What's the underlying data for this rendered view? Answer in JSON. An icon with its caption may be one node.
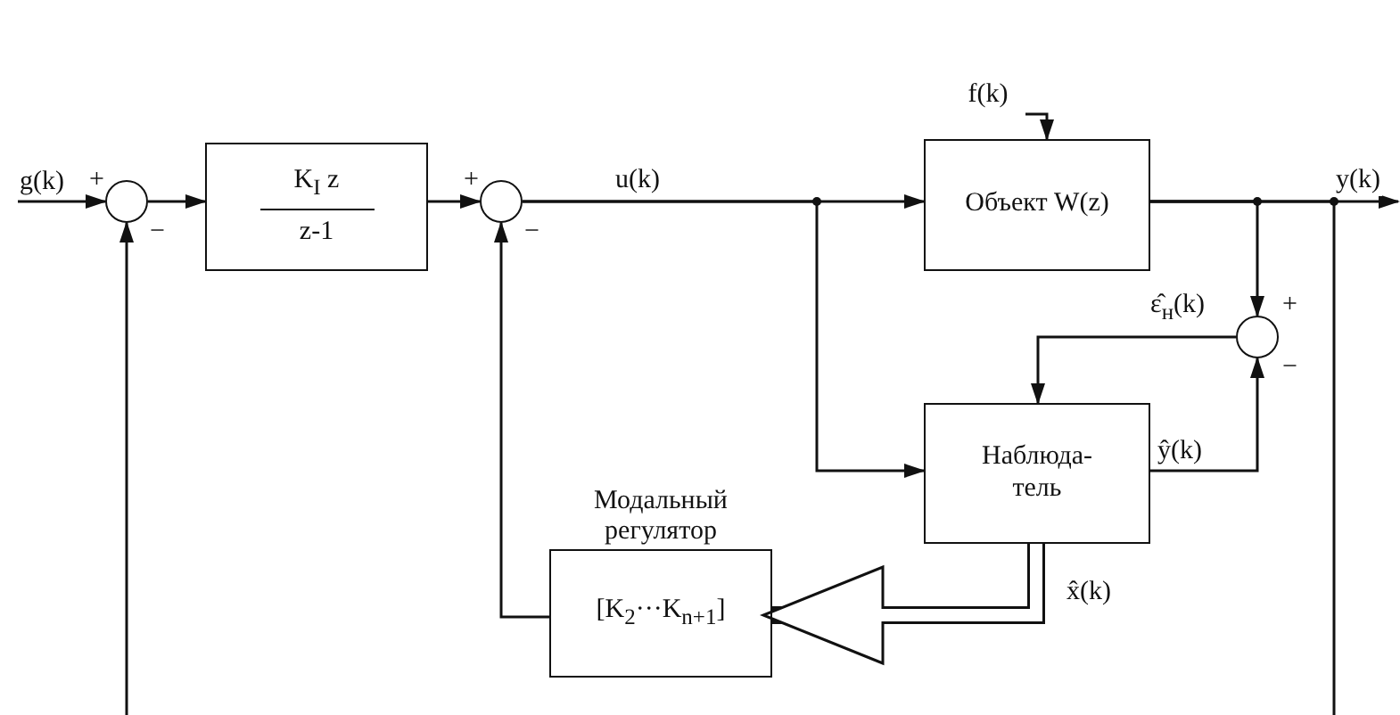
{
  "diagram": {
    "nodes": [
      {
        "text": [
          "f(k)"
        ]
      },
      {
        "text": [],
        "shape": "circle"
      },
      {
        "text": [
          "K$_{I}$ z",
          "z-1"
        ]
      },
      {
        "text": [],
        "shape": "circle"
      },
      {
        "text": [
          "Объект W(z)"
        ]
      },
      {
        "text": [],
        "shape": "circle"
      },
      {
        "text": [
          "Наблюда-тель"
        ]
      },
      {
        "text": [
          "[K$_{2}$···K$_{n+1}$]"
        ],
        "beside": [
          "Модальный регулятор"
        ]
      }
    ],
    "edges": [
      {
        "from": null,
        "to": 1,
        "arrow": "to",
        "label": "g(k)"
      },
      {
        "from": 1,
        "to": 2,
        "arrow": "to"
      },
      {
        "from": 2,
        "to": 3,
        "arrow": "to"
      },
      {
        "from": 3,
        "to": 4,
        "arrow": "to",
        "label": "u(k)"
      },
      {
        "from": 3,
        "to": 6,
        "arrow": "to"
      },
      {
        "from": 0,
        "to": 4,
        "arrow": "to"
      },
      {
        "from": 4,
        "to": null,
        "arrow": "to",
        "label": "y(k)"
      },
      {
        "from": 4,
        "to": 5,
        "arrow": "to"
      },
      {
        "from": 4,
        "to": null,
        "arrow": "none"
      },
      {
        "from": null,
        "to": 1,
        "arrow": "to"
      },
      {
        "from": 5,
        "to": 6,
        "arrow": "to",
        "label": "ε̂$_{н}$(k)"
      },
      {
        "from": 6,
        "to": 5,
        "arrow": "to",
        "label": "ŷ(k)"
      },
      {
        "from": 6,
        "to": 7,
        "arrow": "to",
        "style": "thick",
        "label": "x̂(k)"
      },
      {
        "from": 7,
        "to": 3,
        "arrow": "to"
      }
    ],
    "labels": [
      "+",
      "−",
      "+",
      "−",
      "+",
      "−"
    ]
  }
}
